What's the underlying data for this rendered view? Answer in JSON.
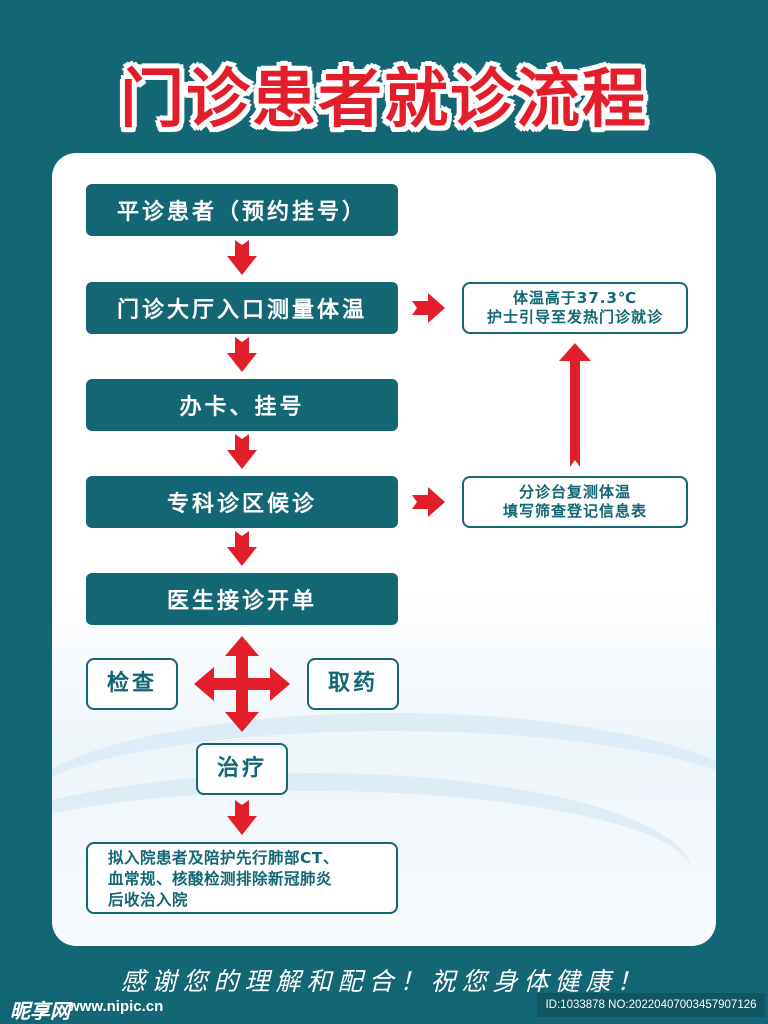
{
  "title": "门诊患者就诊流程",
  "colors": {
    "background": "#136673",
    "accent_red": "#e31e2b",
    "panel": "#ffffff",
    "step_fill": "#136673"
  },
  "flow": {
    "steps": [
      {
        "label": "平诊患者（预约挂号）"
      },
      {
        "label": "门诊大厅入口测量体温"
      },
      {
        "label": "办卡、挂号"
      },
      {
        "label": "专科诊区候诊"
      },
      {
        "label": "医生接诊开单"
      }
    ],
    "side_boxes": {
      "fever": {
        "line1": "体温高于37.3℃",
        "line2": "护士引导至发热门诊就诊"
      },
      "triage": {
        "line1": "分诊台复测体温",
        "line2": "填写筛查登记信息表"
      }
    },
    "branches": {
      "left": "检查",
      "right": "取药",
      "bottom": "治疗"
    },
    "note": {
      "line1": "拟入院患者及陪护先行肺部CT、",
      "line2": "血常规、核酸检测排除新冠肺炎",
      "line3": "后收治入院"
    }
  },
  "footer": {
    "thanks": "感谢您的理解和配合！祝您身体健康！"
  },
  "watermark": {
    "logo": "昵享网",
    "url": "www.nipic.cn",
    "id": "ID:1033878 NO:20220407003457907126"
  }
}
